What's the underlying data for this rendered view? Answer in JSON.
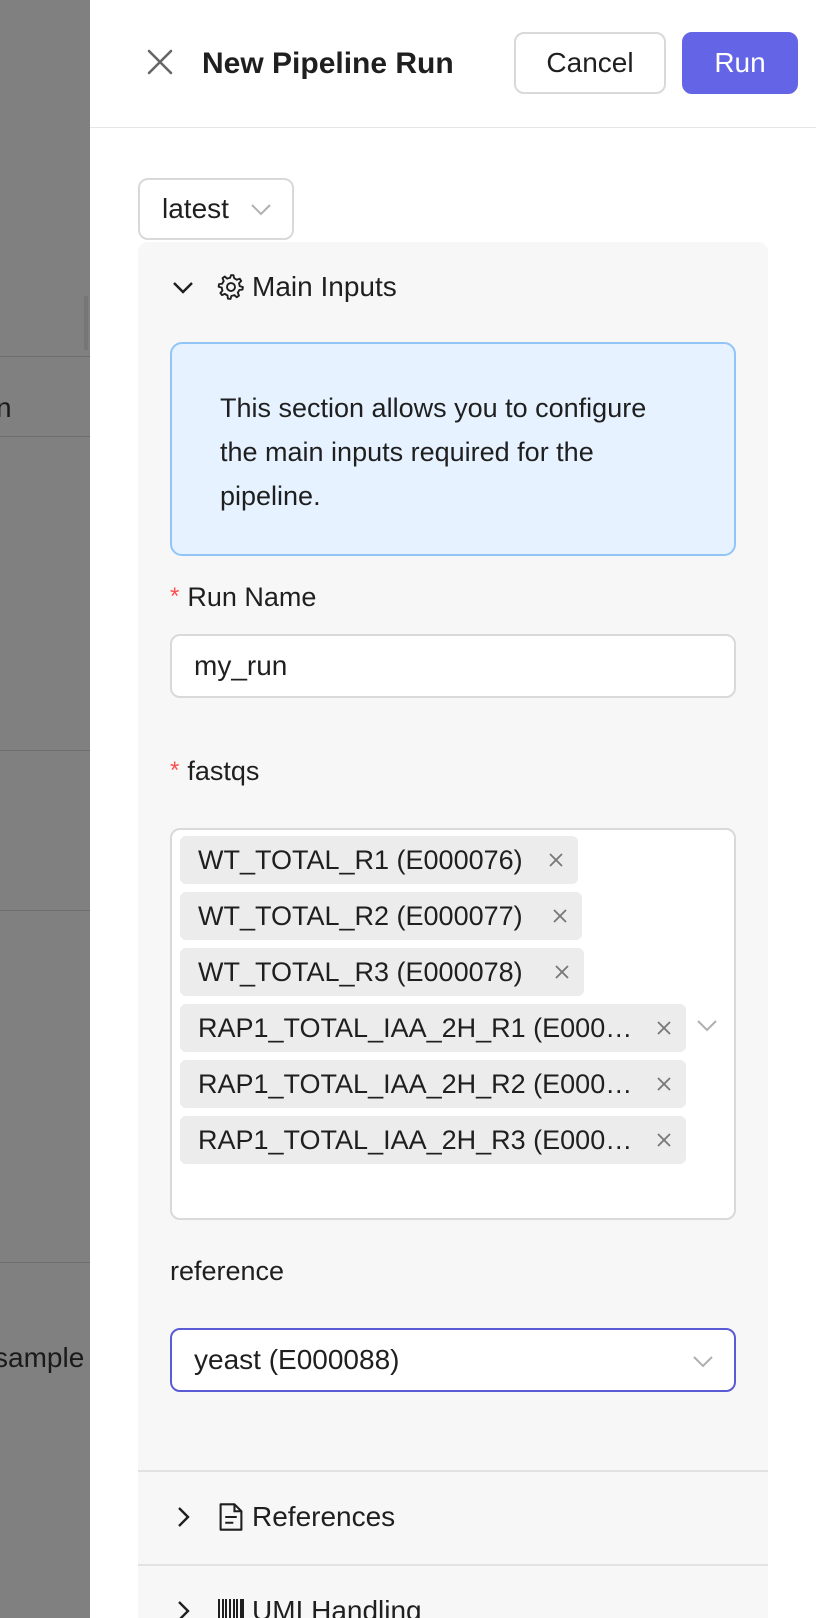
{
  "background": {
    "row_text_1": "n",
    "row_text_2": "sample"
  },
  "drawer": {
    "title": "New Pipeline Run",
    "cancel_label": "Cancel",
    "run_label": "Run",
    "close_icon": "close-icon",
    "version_value": "latest"
  },
  "sections": {
    "main_inputs": {
      "label": "Main Inputs",
      "icon": "gear-icon",
      "expanded": true,
      "info_text": "This section allows you to configure the main inputs required for the pipeline.",
      "run_name": {
        "label": "Run Name",
        "required": true,
        "value": "my_run"
      },
      "fastqs": {
        "label": "fastqs",
        "required": true,
        "tags": [
          "WT_TOTAL_R1 (E000076)",
          "WT_TOTAL_R2 (E000077)",
          "WT_TOTAL_R3 (E000078)",
          "RAP1_TOTAL_IAA_2H_R1 (E000…",
          "RAP1_TOTAL_IAA_2H_R2 (E000…",
          "RAP1_TOTAL_IAA_2H_R3 (E000…"
        ]
      },
      "reference": {
        "label": "reference",
        "value": "yeast (E000088)"
      }
    },
    "references": {
      "label": "References",
      "icon": "file-text-icon",
      "expanded": false
    },
    "umi_handling": {
      "label": "UMI Handling",
      "icon": "barcode-icon",
      "expanded": false
    }
  },
  "colors": {
    "primary": "#6464e6",
    "info_bg": "#e6f2ff",
    "info_border": "#91c5f7",
    "required": "#ff4d4f"
  }
}
